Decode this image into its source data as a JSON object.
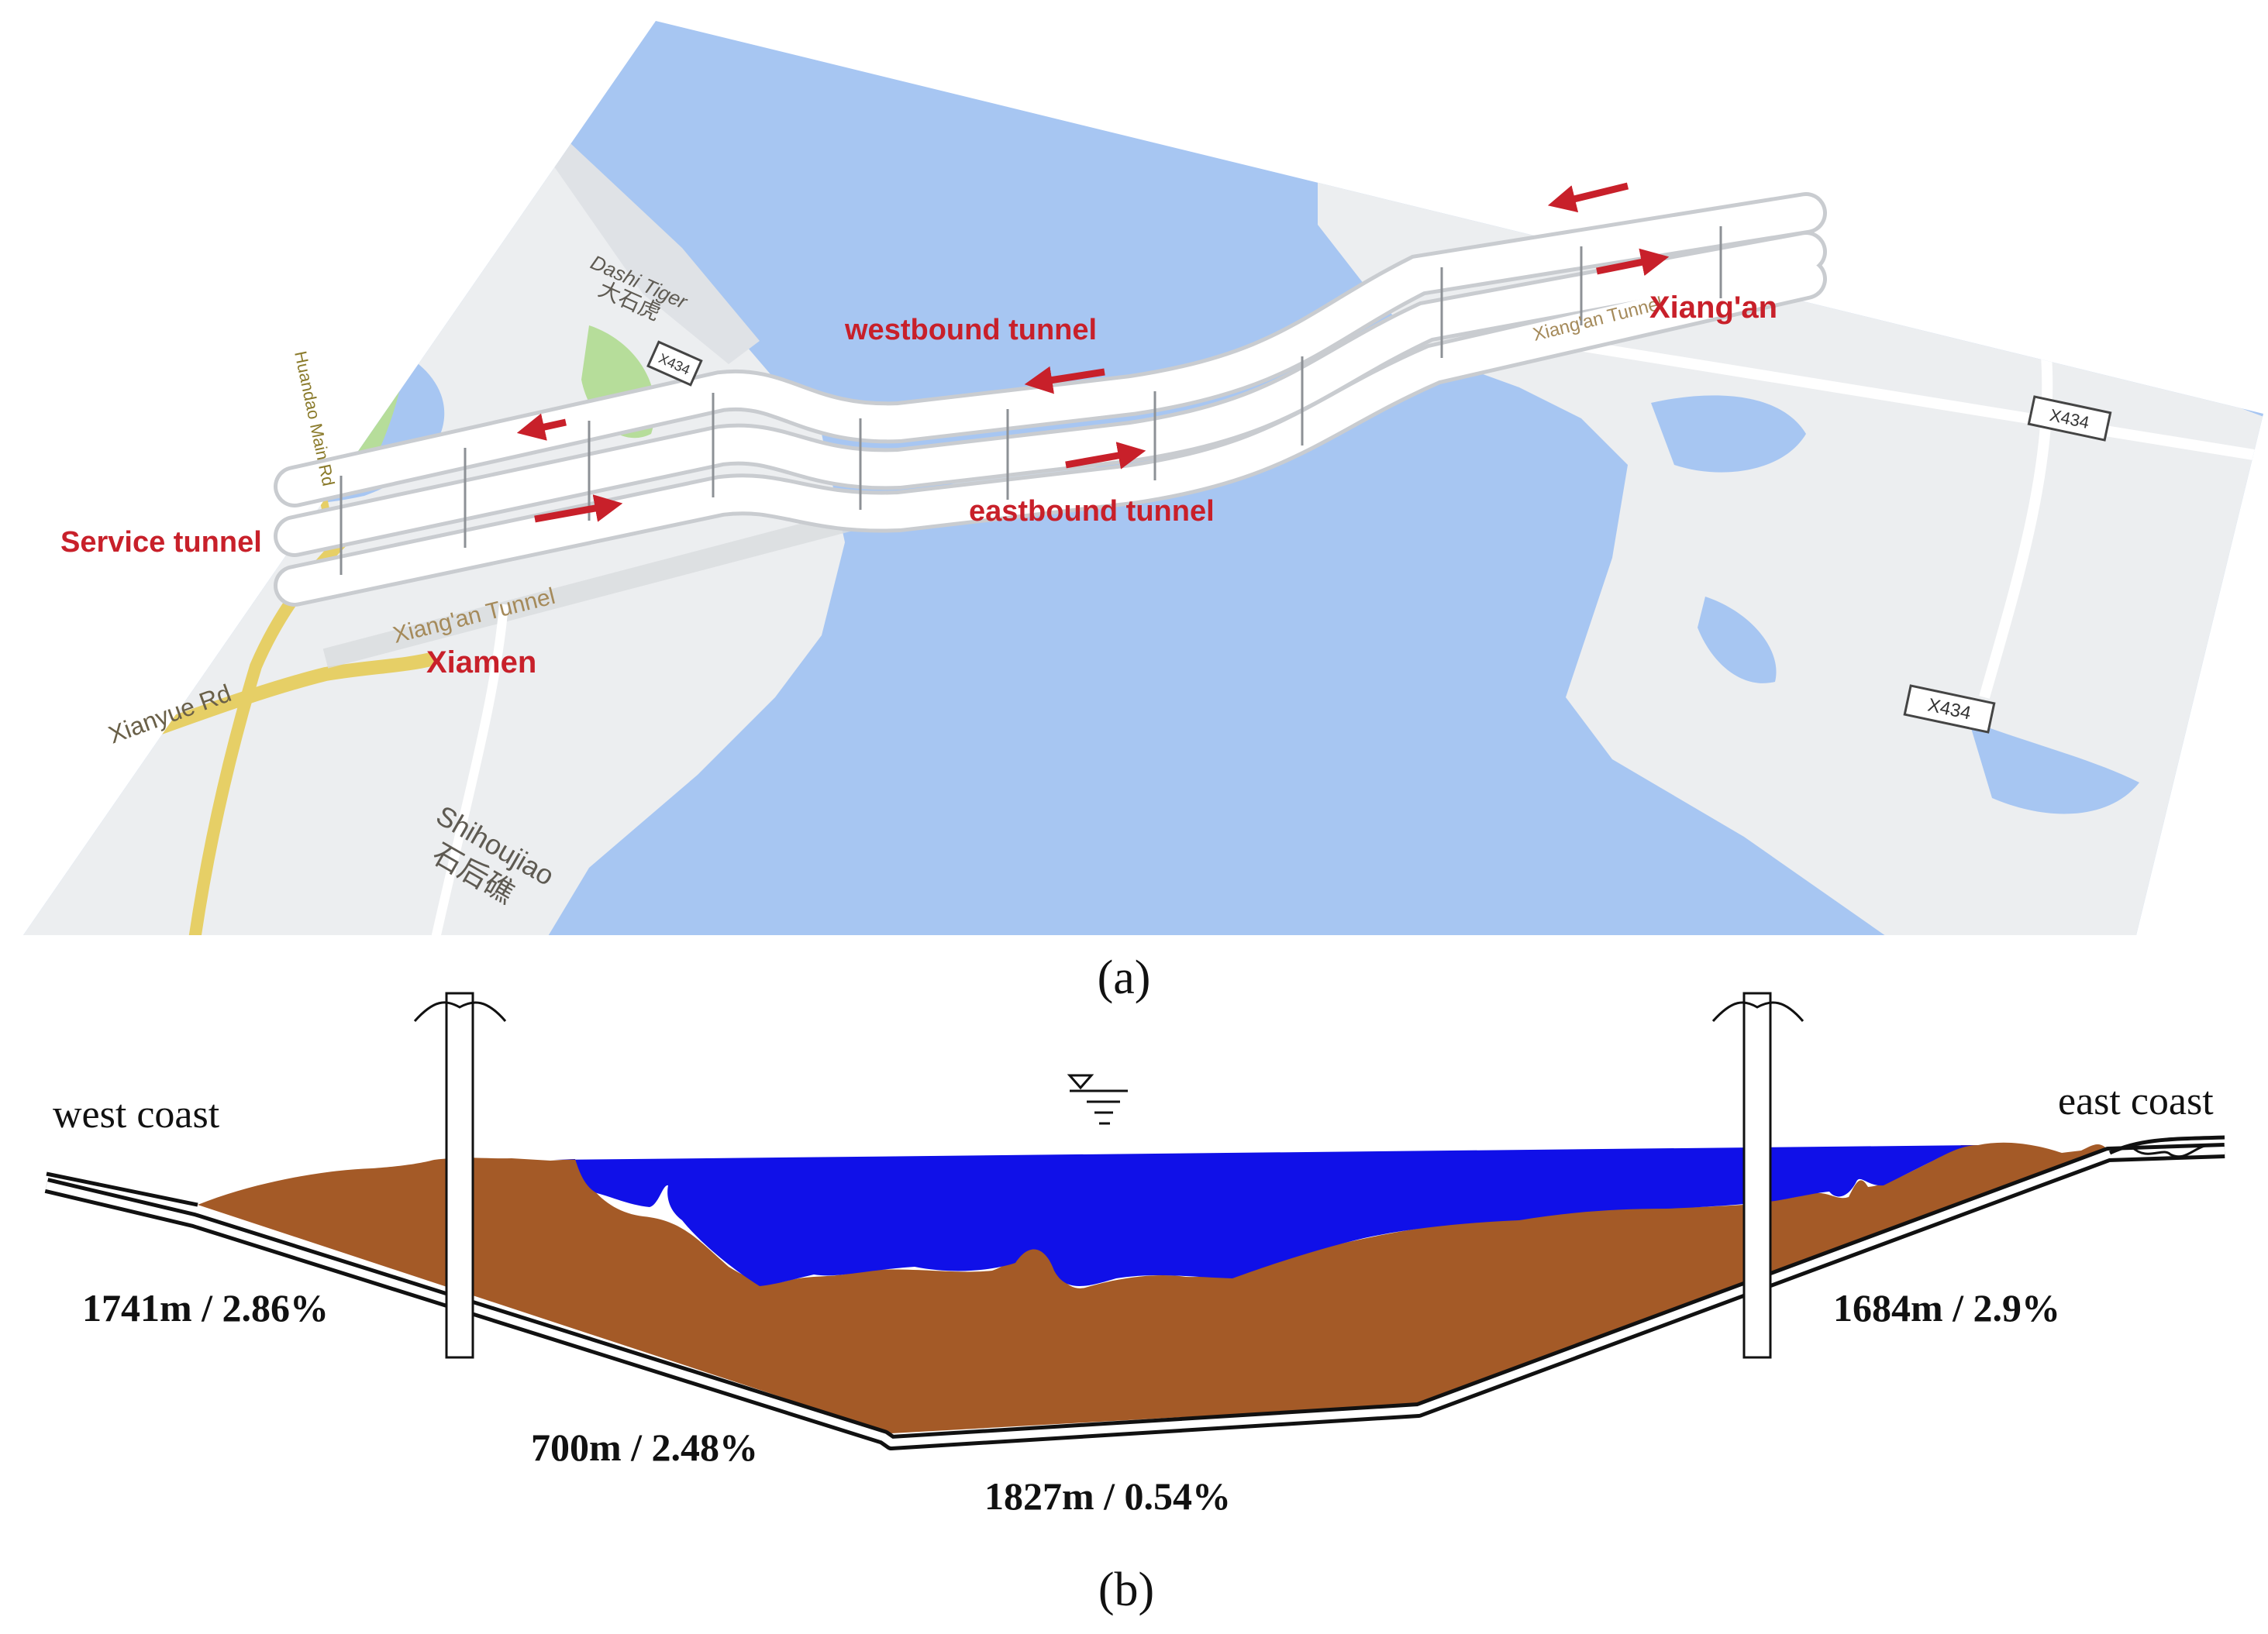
{
  "colors": {
    "sea": "#a7c6f2",
    "land": "#eceef0",
    "green": "#b6dd9a",
    "road": "#e6cf66",
    "label_red": "#c8202a",
    "soil": "#a45a27",
    "water_b": "#1010e8"
  },
  "panel_a": {
    "caption": "(a)",
    "labels": {
      "westbound": "westbound tunnel",
      "eastbound": "eastbound tunnel",
      "service": "Service tunnel",
      "xiangan": "Xiang'an",
      "xiamen": "Xiamen"
    },
    "map": {
      "dashi": "Dashi Tiger",
      "dashi_cn": "大石虎",
      "huandao": "Huandao Main Rd",
      "xiangan_tunnel": "Xiang'an Tunnel",
      "xiangan_tunnel_2": "Xiang'an Tunnel",
      "xianyue": "Xianyue Rd",
      "shihoujiao": "Shihoujiao",
      "shihoujiao_cn": "石后礁",
      "badge_1": "X434",
      "badge_2": "X434",
      "badge_3": "X434"
    },
    "icons": [
      "flow-arrow-icon"
    ]
  },
  "panel_b": {
    "caption": "(b)",
    "west_coast": "west coast",
    "east_coast": "east coast",
    "segments": {
      "s1": "1741m / 2.86%",
      "s2": "700m / 2.48%",
      "s3": "1827m / 0.54%",
      "s4": "1684m / 2.9%"
    },
    "icons": [
      "water-level-icon"
    ]
  }
}
